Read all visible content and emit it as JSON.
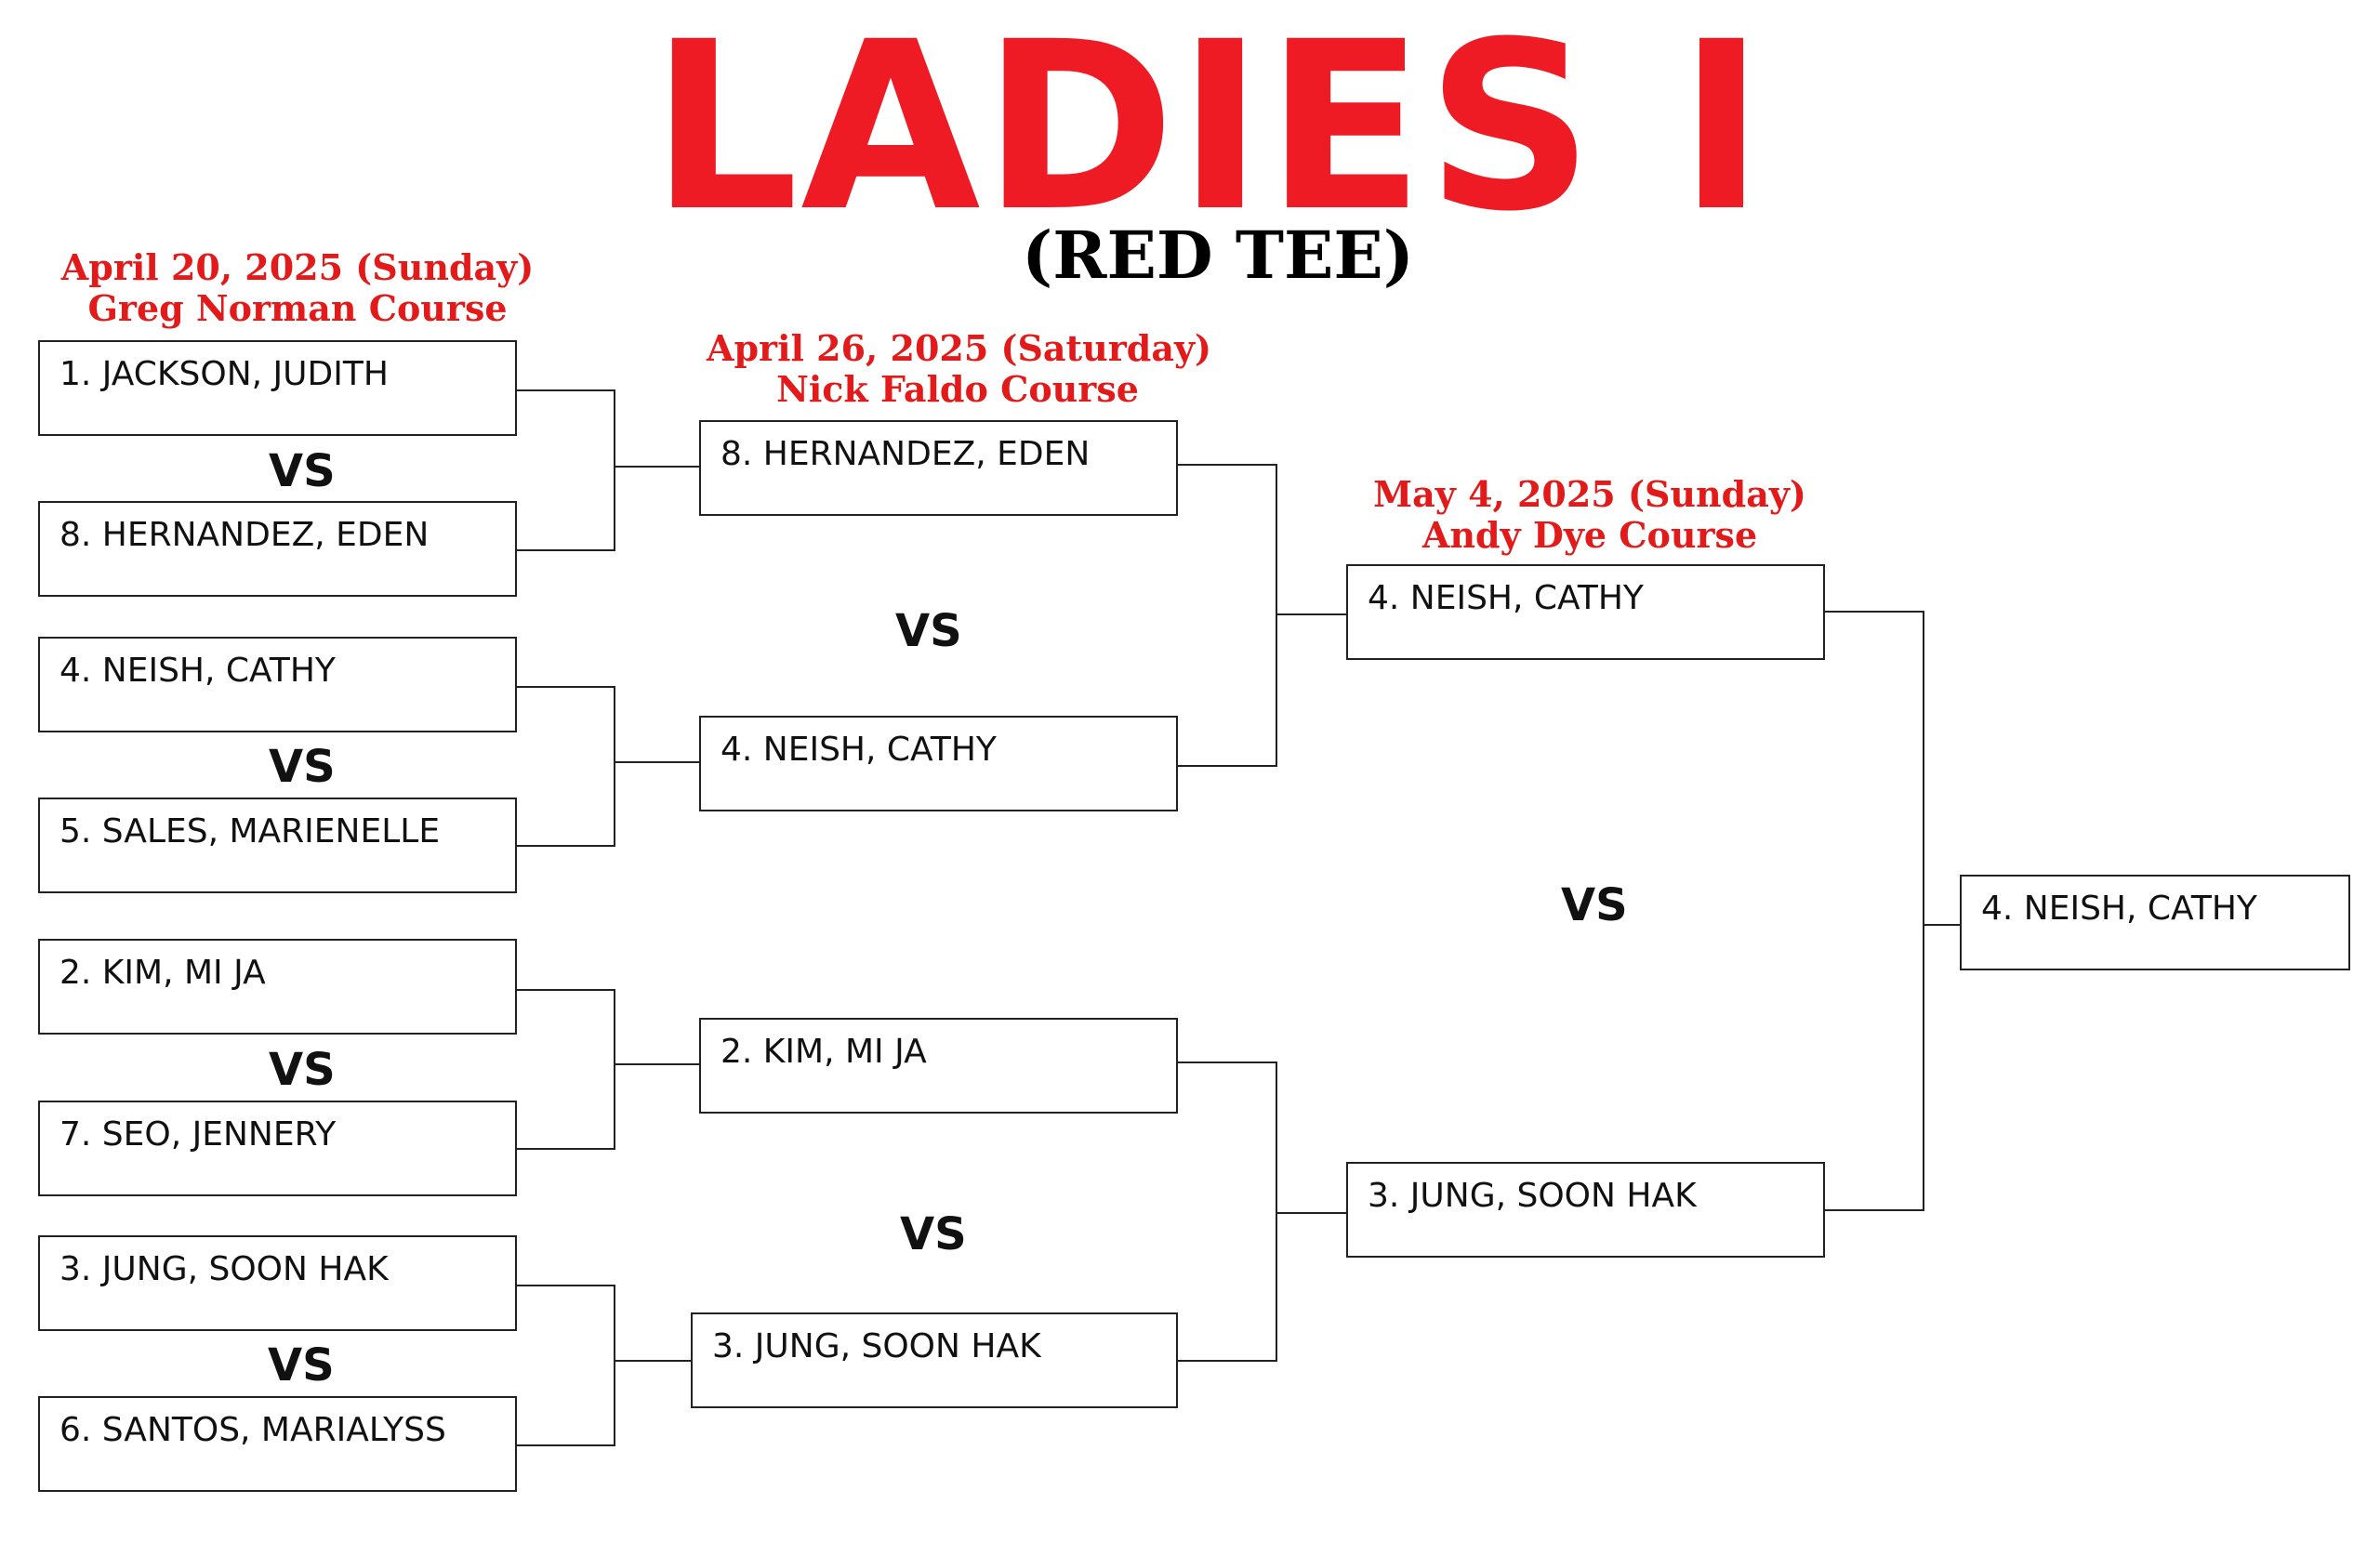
{
  "title": "LADIES I",
  "subtitle": "(RED TEE)",
  "rounds": [
    {
      "date": "April 20, 2025 (Sunday)",
      "course": "Greg Norman Course"
    },
    {
      "date": "April 26, 2025 (Saturday)",
      "course": "Nick Faldo Course"
    },
    {
      "date": "May 4, 2025 (Sunday)",
      "course": "Andy Dye Course"
    }
  ],
  "vs_label": "VS",
  "round1": [
    "1. JACKSON, JUDITH",
    "8. HERNANDEZ, EDEN",
    "4. NEISH, CATHY",
    "5. SALES, MARIENELLE",
    "2. KIM, MI JA",
    "7. SEO, JENNERY",
    "3. JUNG, SOON HAK",
    "6. SANTOS, MARIALYSS"
  ],
  "round2": [
    "8. HERNANDEZ, EDEN",
    "4. NEISH, CATHY",
    "2. KIM, MI JA",
    "3. JUNG, SOON HAK"
  ],
  "round3": [
    "4. NEISH, CATHY",
    "3. JUNG, SOON HAK"
  ],
  "winner": "4. NEISH, CATHY",
  "colors": {
    "title": "#ee1b24",
    "round_header": "#e21a1a",
    "text": "#111111"
  }
}
